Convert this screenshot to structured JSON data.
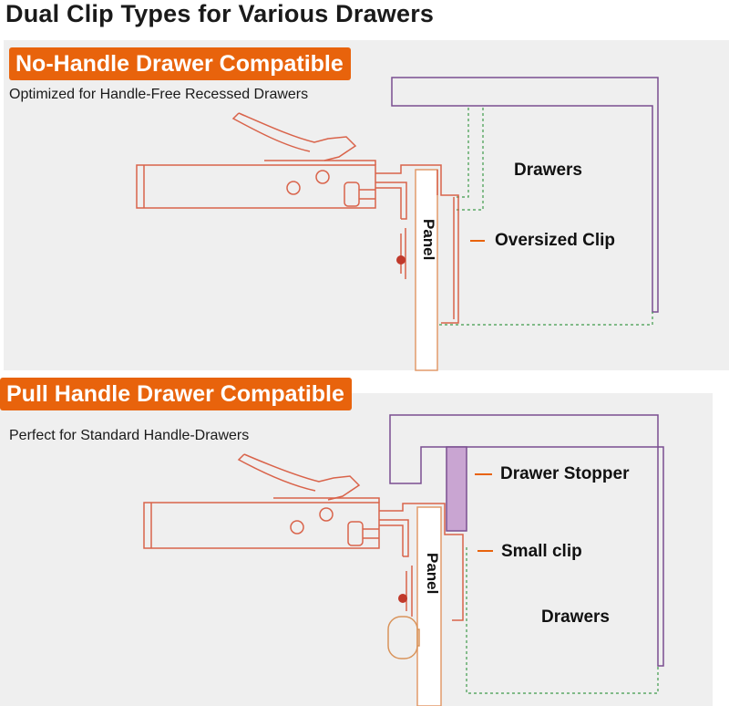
{
  "title": "Dual Clip Types for Various Drawers",
  "colors": {
    "badge": "#e8630c",
    "clip_line": "#d9634a",
    "drawer_outline": "#7a4f90",
    "stopper_fill": "#c9a5d2",
    "guide_dashed": "#3f9a4a",
    "leader": "#e8630c"
  },
  "sections": [
    {
      "badge": "No-Handle Drawer Compatible",
      "subtitle": "Optimized for Handle-Free Recessed Drawers",
      "panel_label": "Panel",
      "labels": {
        "drawers": "Drawers",
        "clip": "Oversized Clip"
      }
    },
    {
      "badge": "Pull Handle Drawer Compatible",
      "subtitle": "Perfect for Standard Handle-Drawers",
      "panel_label": "Panel",
      "labels": {
        "stopper": "Drawer Stopper",
        "clip": "Small clip",
        "drawers": "Drawers"
      }
    }
  ]
}
